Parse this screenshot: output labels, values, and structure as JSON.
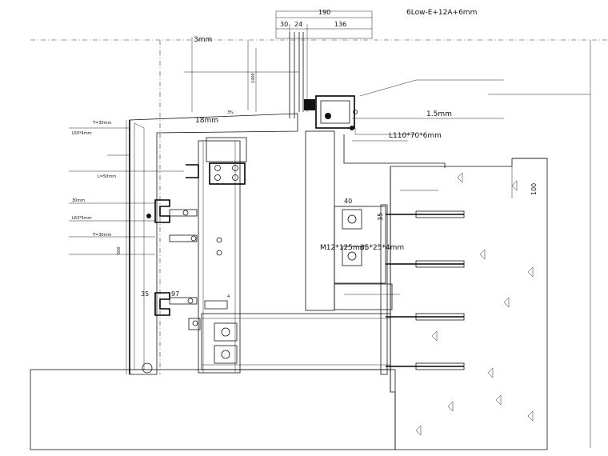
{
  "dimensions": {
    "d190": "190",
    "d30": "30",
    "d24": "24",
    "d136": "136",
    "d40": "40",
    "d100": "100",
    "d97": "97",
    "d35": "35",
    "d500": "500",
    "d35b": "35"
  },
  "labels": {
    "glass_spec": "6Low-E+12A+6mm",
    "sheet_3mm": "3mm",
    "gap_18mm": "18mm",
    "sheet_1_5mm": "1.5mm",
    "angle_l110": "L110*70*6mm",
    "stone_t30_top": "T=30mm",
    "angle_l50": "L50*4mm",
    "l_50mm": "L=50mm",
    "stone_30mm": "30mm",
    "angle_l63": "L63*5mm",
    "stone_t30_mid": "T=30mm",
    "bolt_m12": "M12*125mm",
    "plate_spec": "35*25*4mm",
    "slope_3pct": "3%",
    "mark_1400": "1400",
    "height_4": "4"
  },
  "colors": {
    "line": "#111111",
    "background": "#ffffff"
  }
}
